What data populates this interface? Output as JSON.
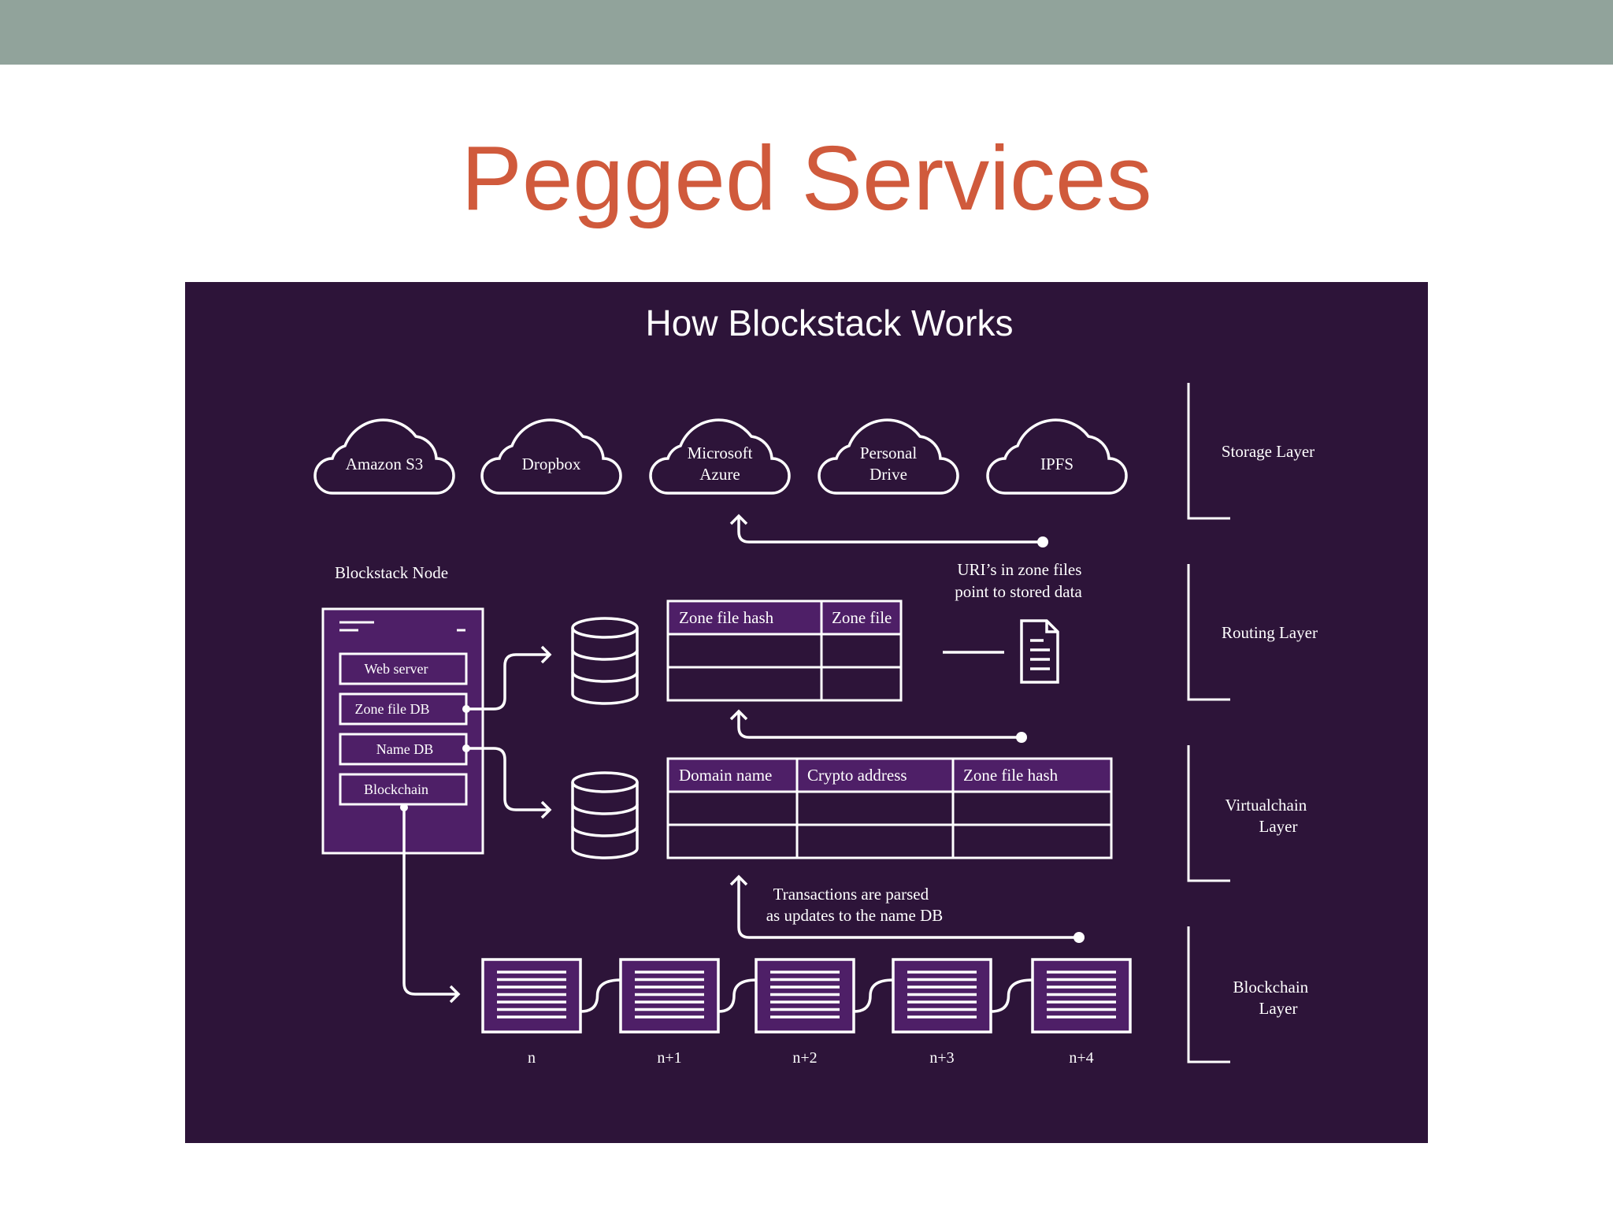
{
  "slide": {
    "title": "Pegged Services"
  },
  "diagram": {
    "title": "How Blockstack Works",
    "colors": {
      "background": "#2d1439",
      "panel": "#4e1f67",
      "line": "#ffffff",
      "header_band": "#91a39b",
      "title": "#d05a3c"
    },
    "storage_services": [
      {
        "line1": "Amazon S3",
        "line2": ""
      },
      {
        "line1": "Dropbox",
        "line2": ""
      },
      {
        "line1": "Microsoft",
        "line2": "Azure"
      },
      {
        "line1": "Personal",
        "line2": "Drive"
      },
      {
        "line1": "IPFS",
        "line2": ""
      }
    ],
    "layers": [
      {
        "line1": "Storage Layer",
        "line2": ""
      },
      {
        "line1": "Routing Layer",
        "line2": ""
      },
      {
        "line1": "Virtualchain",
        "line2": "Layer"
      },
      {
        "line1": "Blockchain",
        "line2": "Layer"
      }
    ],
    "node": {
      "title": "Blockstack Node",
      "items": [
        "Web server",
        "Zone file DB",
        "Name DB",
        "Blockchain"
      ]
    },
    "uri_note": {
      "line1": "URI’s in zone files",
      "line2": "point to stored data"
    },
    "zone_table": {
      "headers": [
        "Zone file hash",
        "Zone file"
      ]
    },
    "name_table": {
      "headers": [
        "Domain name",
        "Crypto address",
        "Zone file hash"
      ]
    },
    "tx_note": {
      "line1": "Transactions are parsed",
      "line2": "as updates to the name DB"
    },
    "blocks": [
      "n",
      "n+1",
      "n+2",
      "n+3",
      "n+4"
    ],
    "icons": [
      "cloud-icon",
      "database-icon",
      "document-icon",
      "block-icon",
      "arrow-icon"
    ]
  }
}
